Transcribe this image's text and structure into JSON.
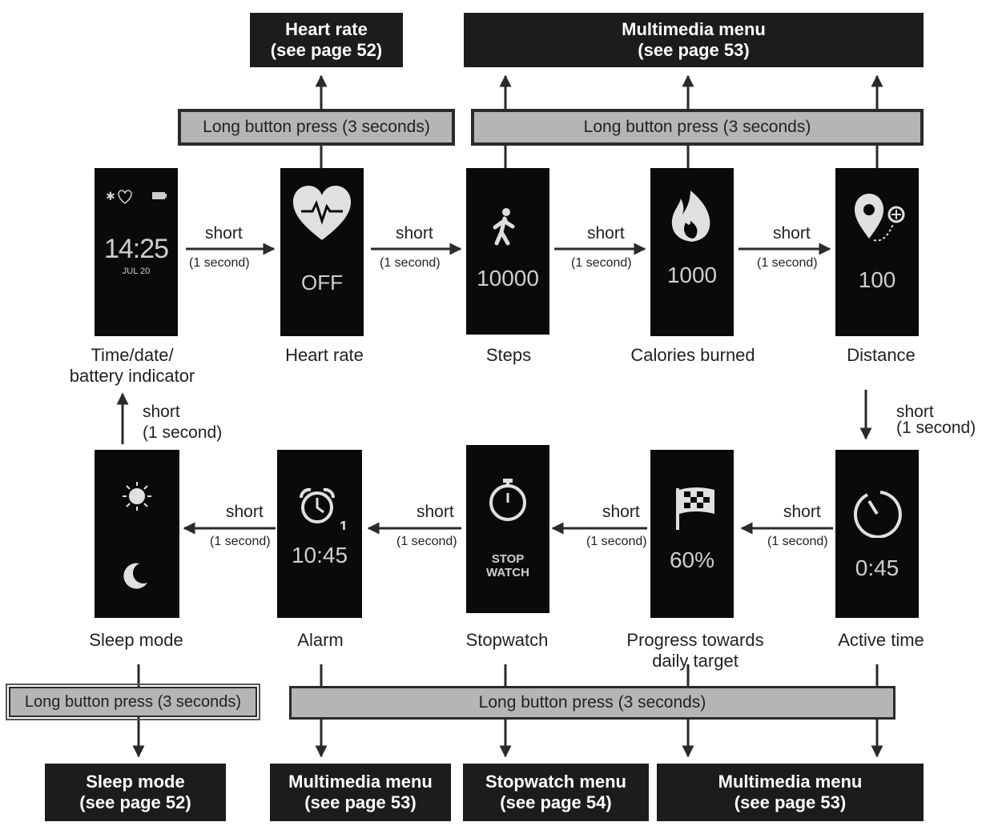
{
  "top": {
    "heart_rate_dest": {
      "line1": "Heart rate",
      "line2": "(see page 52)"
    },
    "multimedia_dest": {
      "line1": "Multimedia menu",
      "line2": "(see page 53)"
    },
    "bar_left": "Long button press (3 seconds)",
    "bar_right": "Long button press (3 seconds)"
  },
  "row1": [
    {
      "caption1": "Time/date/",
      "caption2": "battery indicator",
      "display": "14:25",
      "sub": "JUL 20"
    },
    {
      "caption1": "Heart rate",
      "display": "OFF"
    },
    {
      "caption1": "Steps",
      "display": "10000"
    },
    {
      "caption1": "Calories burned",
      "display": "1000"
    },
    {
      "caption1": "Distance",
      "display": "100"
    }
  ],
  "row2": [
    {
      "caption1": "Sleep mode"
    },
    {
      "caption1": "Alarm",
      "display": "10:45",
      "badge": "1"
    },
    {
      "caption1": "Stopwatch",
      "display1": "STOP",
      "display2": "WATCH"
    },
    {
      "caption1": "Progress towards",
      "caption2": "daily target",
      "display": "60%"
    },
    {
      "caption1": "Active time",
      "display": "0:45"
    }
  ],
  "transition": {
    "short": "short",
    "duration": "(1 second)"
  },
  "bottom": {
    "bar_left": "Long button press (3 seconds)",
    "bar_right": "Long button press (3 seconds)",
    "dests": [
      {
        "line1": "Sleep mode",
        "line2": "(see page 52)"
      },
      {
        "line1": "Multimedia menu",
        "line2": "(see page 53)"
      },
      {
        "line1": "Stopwatch menu",
        "line2": "(see page 54)"
      },
      {
        "line1": "Multimedia menu",
        "line2": "(see page 53)"
      }
    ]
  }
}
